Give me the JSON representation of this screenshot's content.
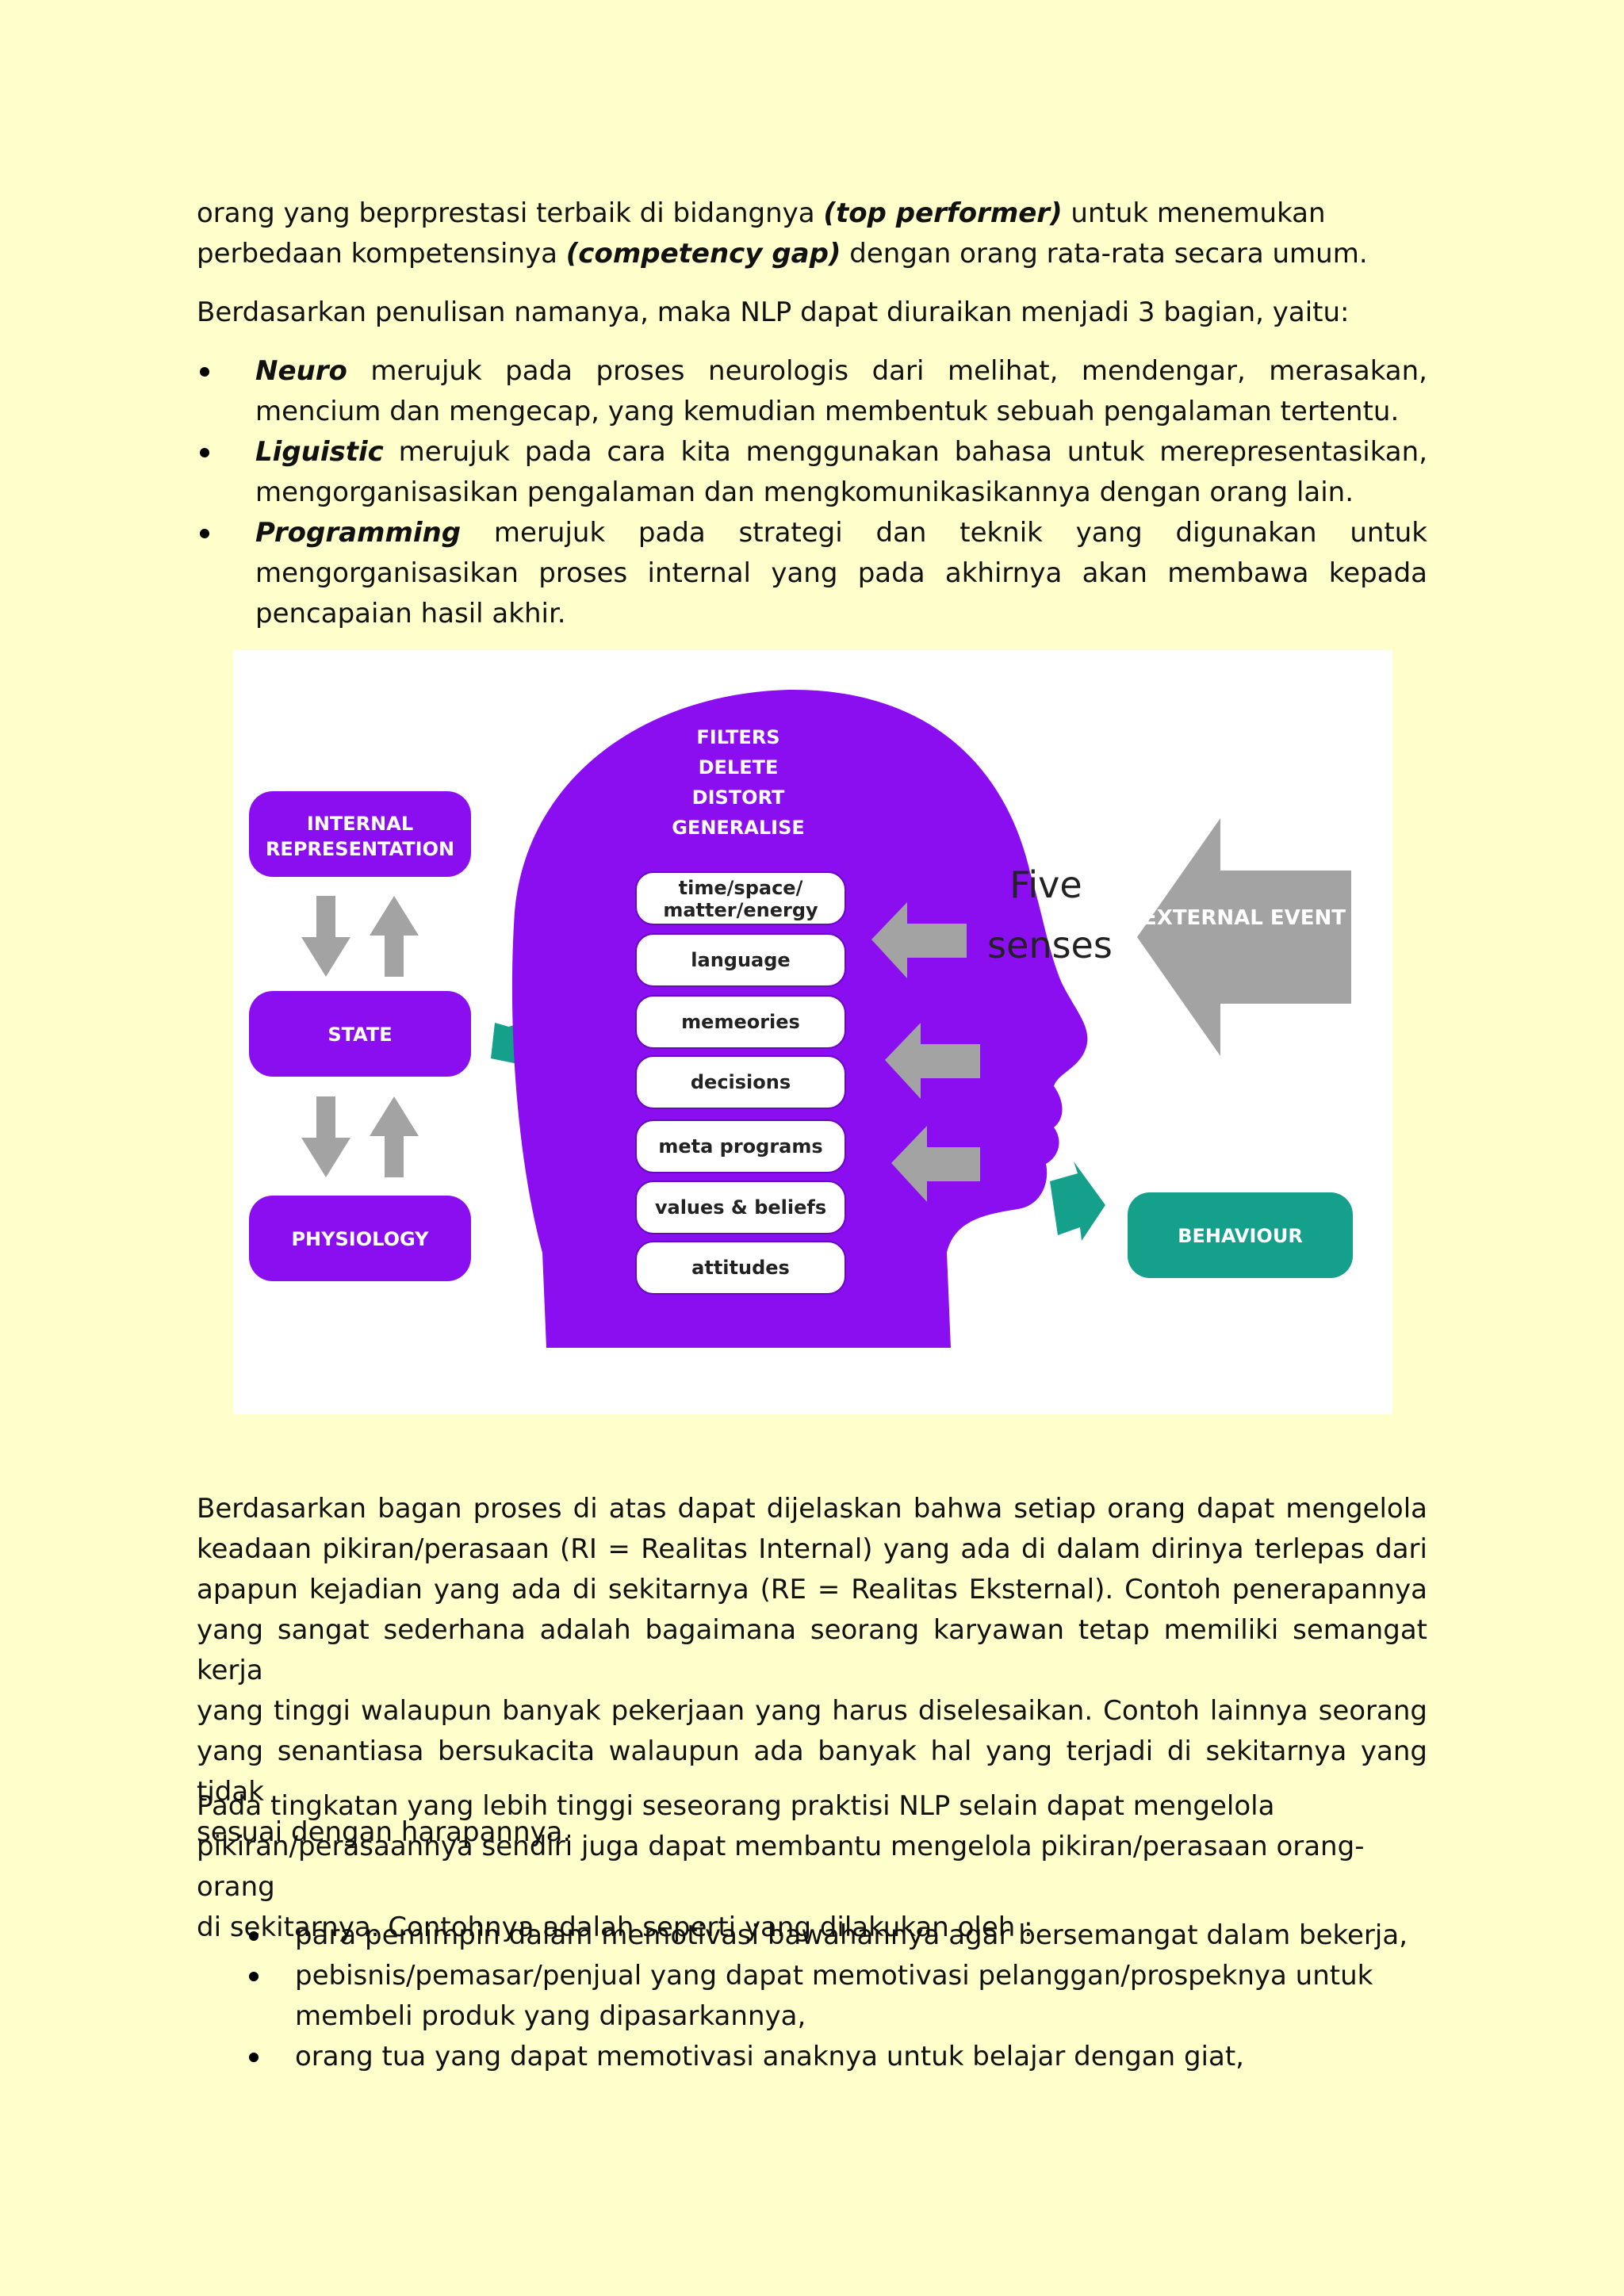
{
  "intro": {
    "t1": "orang yang beprprestasi terbaik di bidangnya ",
    "b1": "(top performer)",
    "t2": " untuk menemukan perbedaan kompetensinya ",
    "b2": "(competency gap)",
    "t3": " dengan orang rata-rata secara umum."
  },
  "lead": "Berdasarkan penulisan namanya, maka NLP dapat diuraikan menjadi 3 bagian, yaitu:",
  "parts": [
    {
      "term": "Neuro",
      "text": " merujuk pada proses neurologis dari melihat, mendengar, merasakan, mencium dan mengecap, yang kemudian membentuk sebuah pengalaman tertentu."
    },
    {
      "term": "Liguistic",
      "text": " merujuk pada cara kita menggunakan bahasa untuk merepresentasikan, mengorganisasikan pengalaman dan mengkomunikasikannya dengan orang lain."
    },
    {
      "term": "Programming",
      "text": " merujuk pada strategi dan teknik yang digunakan untuk mengorganisasikan proses internal yang pada akhirnya akan membawa kepada pencapaian hasil akhir."
    }
  ],
  "diagram": {
    "left_boxes": [
      "INTERNAL",
      "REPRESENTATION",
      "STATE",
      "PHYSIOLOGY"
    ],
    "filters": [
      "FILTERS",
      "DELETE",
      "DISTORT",
      "GENERALISE"
    ],
    "pills": [
      "time/space/",
      "matter/energy",
      "language",
      "memeories",
      "decisions",
      "meta programs",
      "values & beliefs",
      "attitudes"
    ],
    "five_senses": [
      "Five",
      "senses"
    ],
    "external_event": "EXTERNAL EVENT",
    "behaviour": "BEHAVIOUR",
    "colors": {
      "purple": "#8a0ef0",
      "teal": "#14a08a",
      "gray": "#a3a3a3"
    }
  },
  "explain": [
    "Berdasarkan bagan proses di atas dapat dijelaskan bahwa setiap orang dapat mengelola",
    "keadaan pikiran/perasaan (RI = Realitas Internal) yang ada di dalam dirinya terlepas dari",
    "apapun kejadian yang ada di sekitarnya (RE = Realitas Eksternal). Contoh penerapannya",
    "yang sangat sederhana adalah bagaimana seorang karyawan tetap memiliki semangat kerja",
    "yang tinggi walaupun banyak pekerjaan yang harus diselesaikan. Contoh lainnya seorang",
    "yang senantiasa bersukacita walaupun ada banyak hal yang terjadi di sekitarnya yang tidak",
    "sesuai dengan harapannya."
  ],
  "higher": [
    "Pada tingkatan yang lebih tinggi seseorang praktisi NLP selain dapat mengelola",
    "pikiran/perasaannya sendiri juga dapat membantu mengelola pikiran/perasaan orang-orang",
    "di sekitarnya. Contohnya adalah seperti yang dilakukan oleh :"
  ],
  "examples": [
    "para pemimpin dalam memotivasi bawahannya agar bersemangat dalam bekerja,",
    "pebisnis/pemasar/penjual yang dapat memotivasi pelanggan/prospeknya untuk membeli produk yang dipasarkannya,",
    "orang tua yang dapat memotivasi anaknya untuk belajar dengan giat,"
  ]
}
